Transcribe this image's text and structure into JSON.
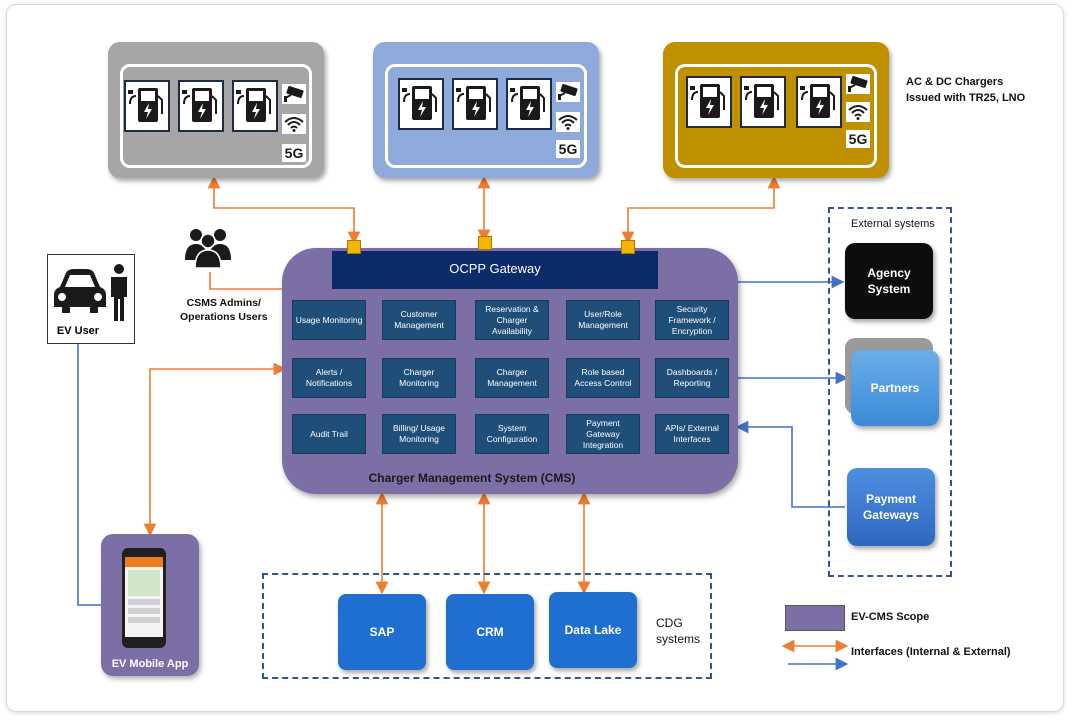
{
  "chargers_note": {
    "line1": "AC & DC Chargers",
    "line2": "Issued with TR25, LNO"
  },
  "station_colors": [
    "#a6a6a6",
    "#8eaadb",
    "#bf9000"
  ],
  "fiveg_label": "5G",
  "cms": {
    "gateway": "OCPP Gateway",
    "title": "Charger Management System (CMS)",
    "modules": [
      [
        "Usage Monitoring",
        "Customer Management",
        "Reservation & Charger Availability",
        "User/Role Management",
        "Security Framework / Encryption"
      ],
      [
        "Alerts / Notifications",
        "Charger Monitoring",
        "Charger Management",
        "Role based Access Control",
        "Dashboards / Reporting"
      ],
      [
        "Audit Trail",
        "Billing/ Usage Monitoring",
        "System Configuration",
        "Payment Gateway Integration",
        "APIs/ External Interfaces"
      ]
    ]
  },
  "admins": {
    "line1": "CSMS Admins/",
    "line2": "Operations Users"
  },
  "ev_user": "EV User",
  "mobile_app": "EV Mobile App",
  "external": {
    "title": "External systems",
    "agency": {
      "line1": "Agency",
      "line2": "System"
    },
    "partners": "Partners",
    "payment": {
      "line1": "Payment",
      "line2": "Gateways"
    }
  },
  "cdg": {
    "boxes": [
      "SAP",
      "CRM",
      "Data Lake"
    ],
    "line1": "CDG",
    "line2": "systems"
  },
  "legend": {
    "scope": "EV-CMS Scope",
    "interfaces": "Interfaces (Internal & External)"
  },
  "icons": [
    "ev-charger-icon",
    "cctv-camera-icon",
    "wifi-icon",
    "people-icon",
    "car-icon",
    "person-icon",
    "smartphone-icon"
  ]
}
